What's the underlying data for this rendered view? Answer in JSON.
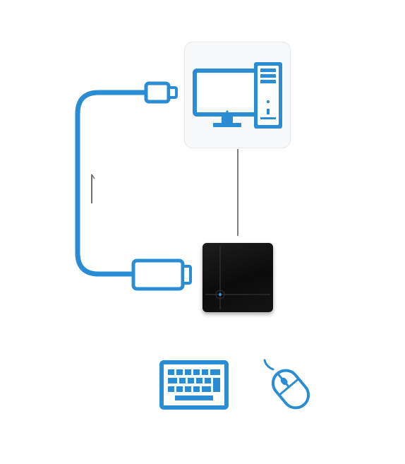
{
  "diagram": {
    "nodes": [
      {
        "id": "computer",
        "icon": "desktop-computer-icon"
      },
      {
        "id": "kvm",
        "icon": "kvm-switch-device"
      },
      {
        "id": "keyboard",
        "icon": "keyboard-icon"
      },
      {
        "id": "mouse",
        "icon": "mouse-icon"
      }
    ],
    "connections": [
      {
        "from": "kvm",
        "to": "computer",
        "kind": "usb-cable"
      },
      {
        "from": "computer",
        "to": "kvm",
        "kind": "line"
      }
    ]
  },
  "colors": {
    "accent": "#2a8dd4",
    "device_body": "#111111",
    "connector_line": "#555555",
    "card_background": "#f7f8f9"
  }
}
